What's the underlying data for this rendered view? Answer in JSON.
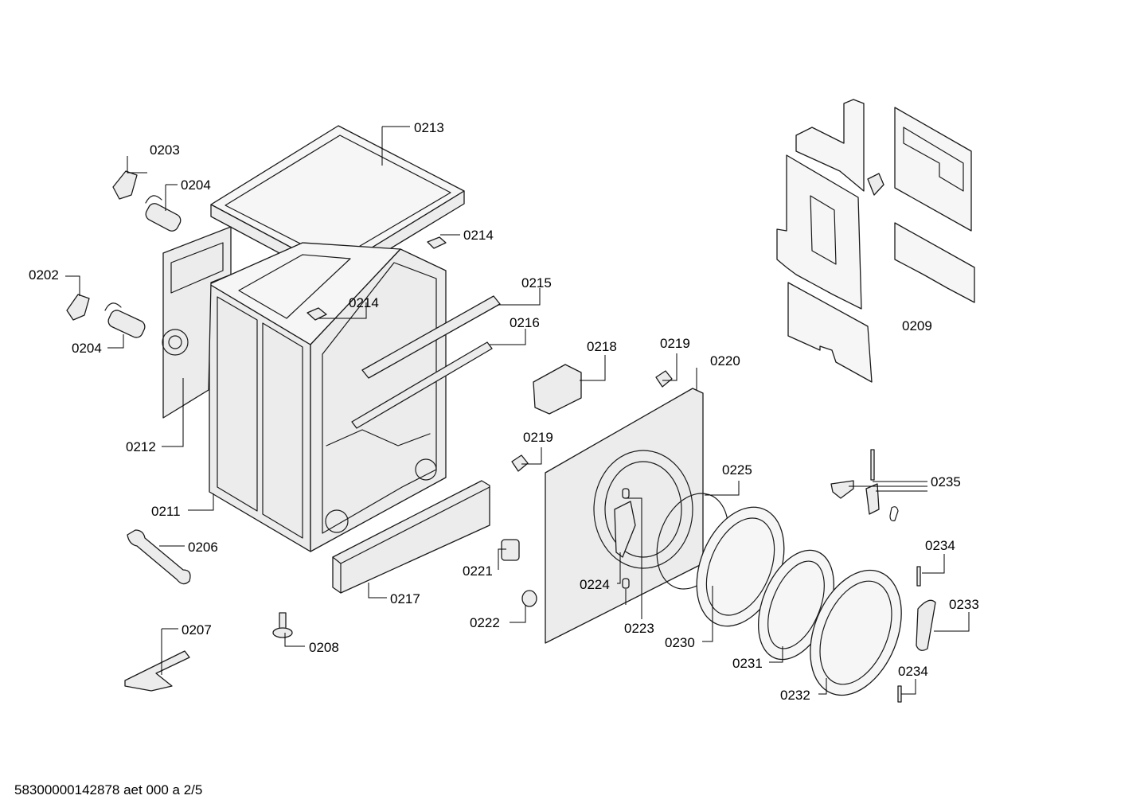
{
  "labels": {
    "p0202": "0202",
    "p0203": "0203",
    "p0204a": "0204",
    "p0204b": "0204",
    "p0206": "0206",
    "p0207": "0207",
    "p0208": "0208",
    "p0209": "0209",
    "p0211": "0211",
    "p0212": "0212",
    "p0213": "0213",
    "p0214a": "0214",
    "p0214b": "0214",
    "p0215": "0215",
    "p0216": "0216",
    "p0217": "0217",
    "p0218": "0218",
    "p0219a": "0219",
    "p0219b": "0219",
    "p0220": "0220",
    "p0221": "0221",
    "p0222": "0222",
    "p0223": "0223",
    "p0224": "0224",
    "p0225": "0225",
    "p0230": "0230",
    "p0231": "0231",
    "p0232": "0232",
    "p0233": "0233",
    "p0234a": "0234",
    "p0234b": "0234",
    "p0235": "0235"
  },
  "footer": "58300000142878 aet 000 a 2/5"
}
